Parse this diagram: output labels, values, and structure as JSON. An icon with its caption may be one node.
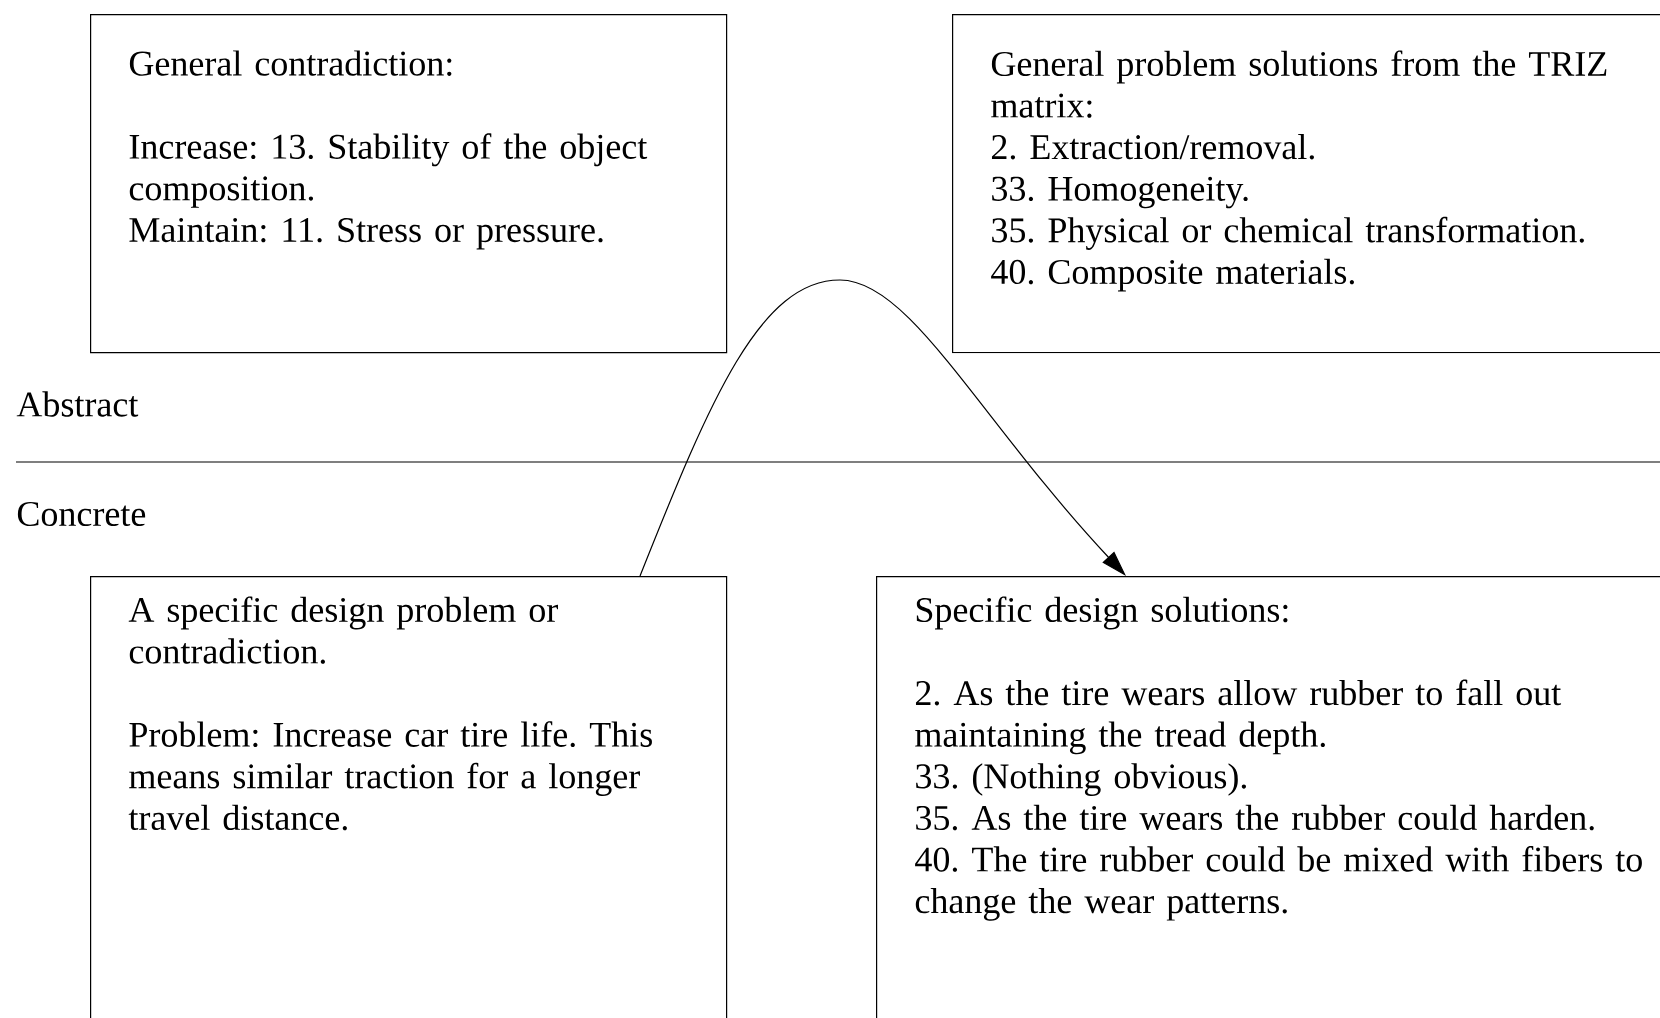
{
  "diagram": {
    "nodes": [
      {
        "text": [
          "General contradiction:",
          "Increase: 13. Stability of the object composition.",
          "Maintain: 11. Stress or pressure."
        ]
      },
      {
        "text": [
          "General problem solutions from the TRIZ matrix:",
          "2. Extraction/removal.",
          "33. Homogeneity.",
          "35. Physical or chemical transformation.",
          "40. Composite materials."
        ]
      },
      {
        "text": [
          "A specific design problem or contradiction.",
          "Problem: Increase car tire life. This means similar traction for a longer travel distance."
        ]
      },
      {
        "text": [
          "Specific design solutions:",
          "2. As the tire wears allow rubber to fall out maintaining the tread depth.",
          "33. (Nothing obvious).",
          "35. As the tire wears the rubber could harden.",
          "40. The tire rubber could be mixed with fibers to change the wear patterns."
        ]
      }
    ],
    "edges": [
      {
        "from": 2,
        "to": 3,
        "arrow": "to"
      }
    ],
    "labels": [
      "Abstract",
      "Concrete"
    ]
  }
}
